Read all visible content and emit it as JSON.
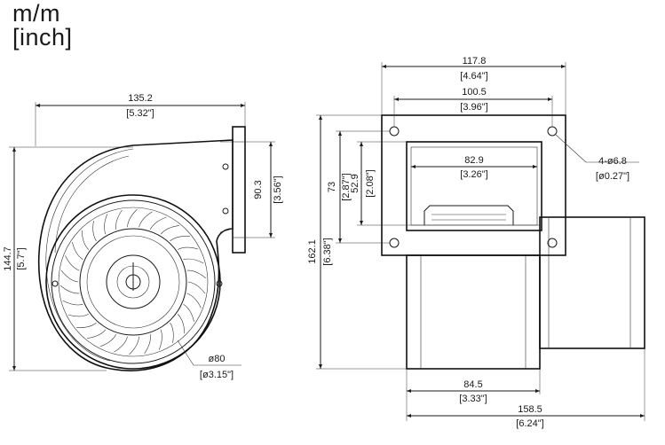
{
  "units": {
    "line1": "m/m",
    "line2": "[inch]"
  },
  "side_view": {
    "width_mm": "135.2",
    "width_in": "[5.32\"]",
    "height_mm": "144.7",
    "height_in": "[5.7\"]",
    "flange_mm": "90.3",
    "flange_in": "[3.56\"]",
    "motor_dia_mm": "ø80",
    "motor_dia_in": "[ø3.15\"]"
  },
  "front_view": {
    "outer_w_mm": "117.8",
    "outer_w_in": "[4.64\"]",
    "hole_pitch_w_mm": "100.5",
    "hole_pitch_w_in": "[3.96\"]",
    "opening_w_mm": "82.9",
    "opening_w_in": "[3.26\"]",
    "hole_pitch_h_mm": "73",
    "hole_pitch_h_in": "[2.87\"]",
    "opening_h_mm": "52.9",
    "opening_h_in": "[2.08\"]",
    "total_h_mm": "162.1",
    "total_h_in": "[6.38\"]",
    "holes_mm": "4-ø6.8",
    "holes_in": "[ø0.27\"]",
    "body_w_mm": "84.5",
    "body_w_in": "[3.33\"]",
    "total_w_mm": "158.5",
    "total_w_in": "[6.24\"]"
  }
}
